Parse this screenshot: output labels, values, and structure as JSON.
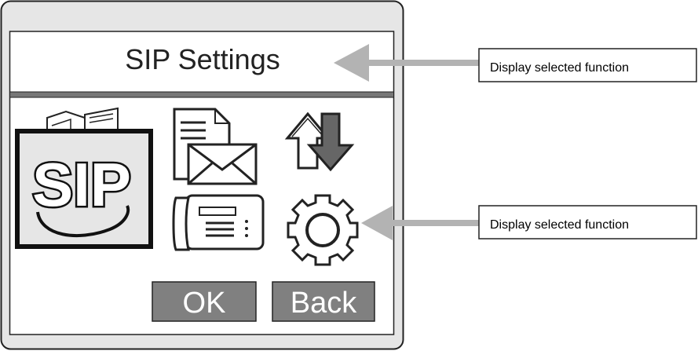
{
  "screen": {
    "title": "SIP Settings"
  },
  "menu_icons": [
    {
      "name": "sip-icon",
      "label": "SIP",
      "selected": true
    },
    {
      "name": "messages-icon"
    },
    {
      "name": "transfer-icon"
    },
    {
      "name": "phone-icon"
    },
    {
      "name": "settings-gear-icon"
    }
  ],
  "buttons": {
    "ok_label": "OK",
    "back_label": "Back"
  },
  "callouts": {
    "top_label": "Display selected function",
    "bottom_label": "Display selected function"
  },
  "colors": {
    "device_body": "#e6e6e6",
    "screen_bg": "#ffffff",
    "divider": "#777777",
    "button_bg": "#808080",
    "arrow": "#b3b3b3",
    "selected_tile": "#e6e6e6",
    "outline": "#222222"
  }
}
